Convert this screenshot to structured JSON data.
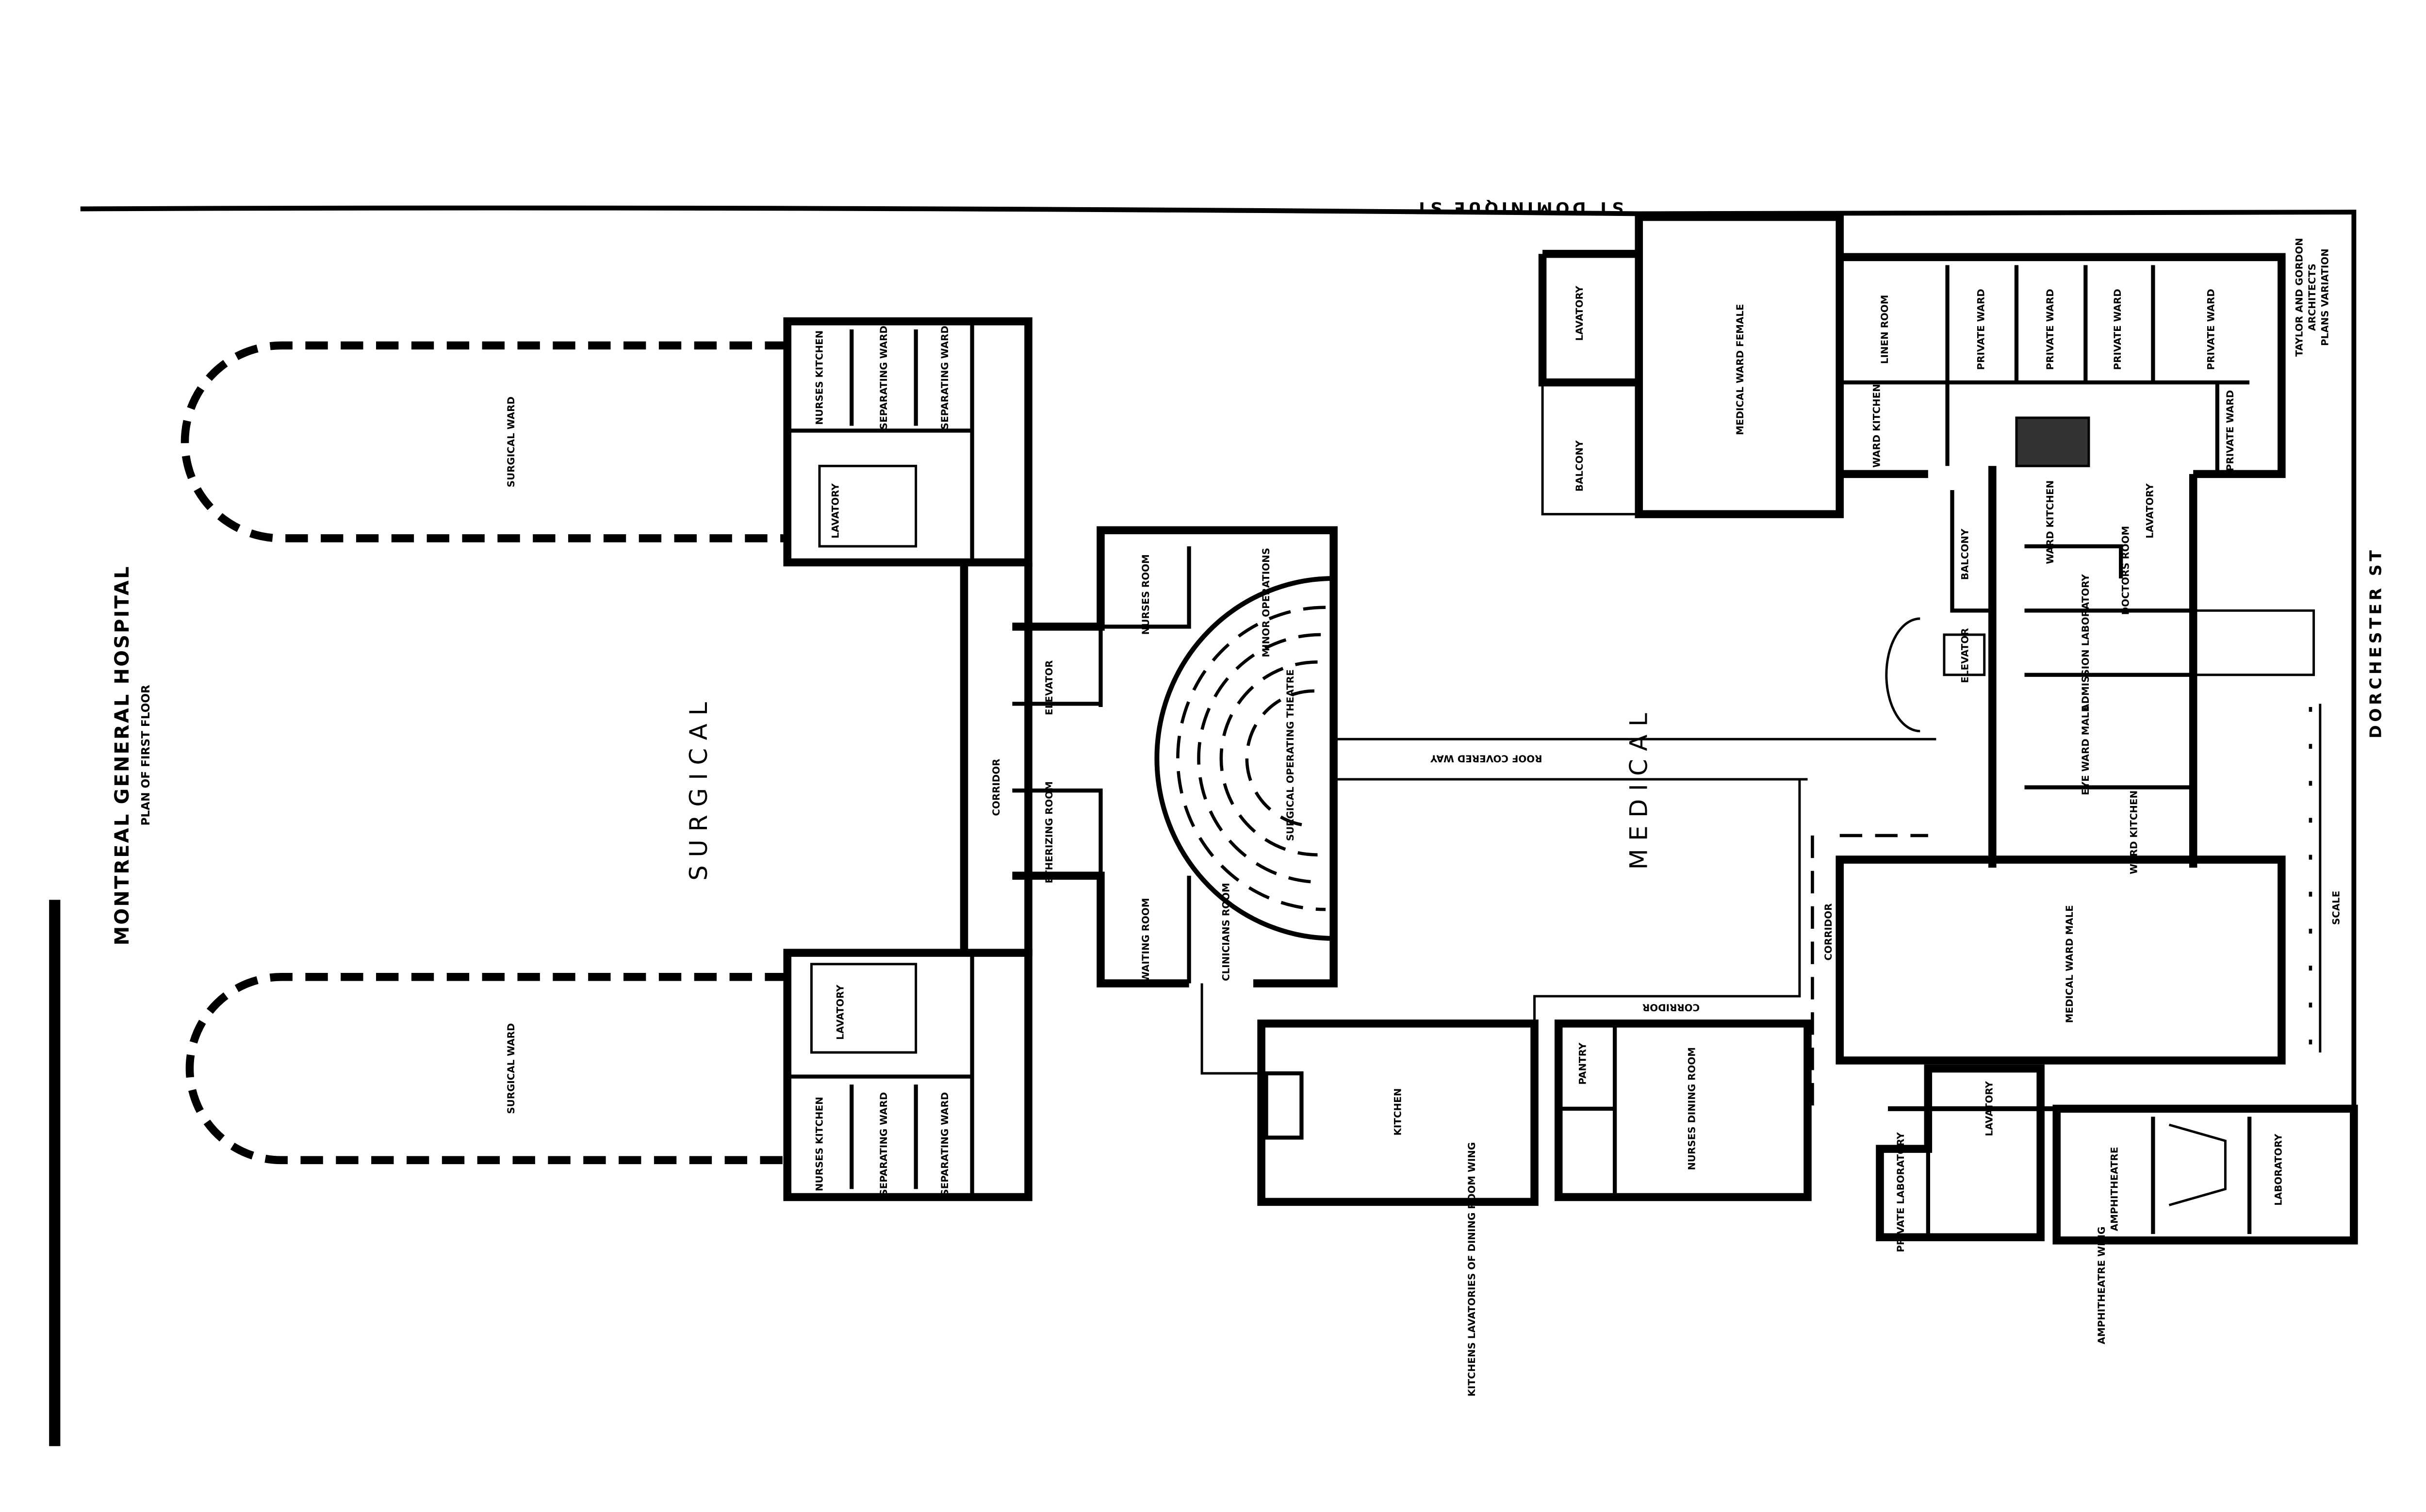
{
  "title": "MONTREAL GENERAL HOSPITAL",
  "subtitle": "PLAN OF FIRST FLOOR",
  "streets": {
    "top": "ST DOMINIQUE ST",
    "right": "DORCHESTER ST"
  },
  "sections": {
    "surgical": "SURGICAL",
    "medical": "MEDICAL"
  },
  "architects": [
    "TAYLOR AND GORDON",
    "ARCHITECTS",
    "PLANS VARIATION"
  ],
  "scale_label": "SCALE",
  "covered_way": "ROOF COVERED WAY",
  "rooms": {
    "surgical_ward_top": "SURGICAL WARD",
    "surgical_ward_bottom": "SURGICAL WARD",
    "nurses_kitchen_top": "NURSES KITCHEN",
    "separating_ward_1": "SEPARATING WARD",
    "separating_ward_2": "SEPARATING WARD",
    "lavatory_top": "LAVATORY",
    "lavatory_bottom": "LAVATORY",
    "nurses_kitchen_bottom": "NURSES KITCHEN",
    "separating_ward_3": "SEPARATING WARD",
    "separating_ward_4": "SEPARATING WARD",
    "corridor_surgical": "CORRIDOR",
    "elevator": "ELEVATOR",
    "nurses_room": "NURSES ROOM",
    "minor_operations": "MINOR OPERATIONS",
    "operating_theatre": "SURGICAL OPERATING THEATRE",
    "etherizing_room": "ETHERIZING ROOM",
    "waiting_room": "WAITING ROOM",
    "clinicians_room": "CLINICIANS ROOM",
    "kitchen": "KITCHEN",
    "pantry": "PANTRY",
    "nurses_dining_room": "NURSES DINING ROOM",
    "corridor_kitchen": "CORRIDOR",
    "kitchen_wing": "KITCHENS LAVATORIES OF DINING ROOM WING",
    "balcony_female": "BALCONY",
    "lavatory_female": "LAVATORY",
    "medical_ward_female": "MEDICAL WARD FEMALE",
    "linen_room": "LINEN ROOM",
    "private_ward_1": "PRIVATE WARD",
    "private_ward_2": "PRIVATE WARD",
    "private_ward_3": "PRIVATE WARD",
    "private_ward_4": "PRIVATE WARD",
    "private_ward_5": "PRIVATE WARD",
    "ward_kitchen_1": "WARD KITCHEN",
    "ward_kitchen_2": "WARD KITCHEN",
    "ward_kitchen_3": "WARD KITCHEN",
    "lavatory_medical": "LAVATORY",
    "balcony_medical": "BALCONY",
    "elevator_medical": "ELEVATOR",
    "doctors_room": "DOCTORS ROOM",
    "admission_laboratory": "ADMISSION LABORATORY",
    "eye_ward_male": "EYE WARD MALE",
    "corridor_medical": "CORRIDOR",
    "medical_ward_male": "MEDICAL WARD MALE",
    "lavatory_amph": "LAVATORY",
    "private_laboratory": "PRIVATE LABORATORY",
    "amphitheatre": "AMPHITHEATRE",
    "laboratory": "LABORATORY",
    "amphitheatre_wing": "AMPHITHEATRE WING"
  }
}
